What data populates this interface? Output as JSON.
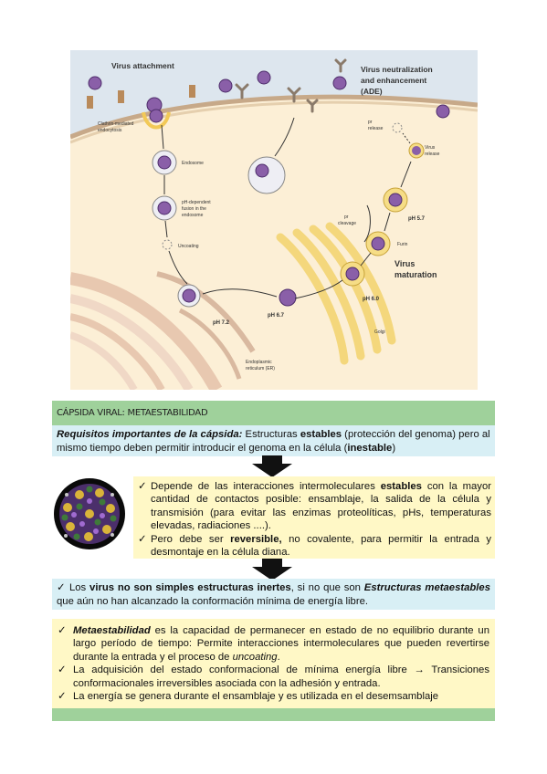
{
  "figure": {
    "virus_attachment": "Virus attachment",
    "neutralization_line1": "Virus neutralization",
    "neutralization_line2": "and enhancement",
    "neutralization_line3": "(ADE)",
    "clathrin_line1": "Clathrin-mediated",
    "clathrin_line2": "endocytosis",
    "endosome": "Endosome",
    "ph_dependent_line1": "pH-dependent",
    "ph_dependent_line2": "fusion in the",
    "ph_dependent_line3": "endosome",
    "uncoating": "Uncoating",
    "pr_release_line1": "pr",
    "pr_release_line2": "release",
    "virus_release_line1": "Virus",
    "virus_release_line2": "release",
    "pr_cleavage_line1": "pr",
    "pr_cleavage_line2": "cleavage",
    "ph57": "pH 5.7",
    "furin": "Furin",
    "virus_maturation_line1": "Virus",
    "virus_maturation_line2": "maturation",
    "ph60": "pH 6.0",
    "ph67": "pH 6.7",
    "ph72": "pH 7.2",
    "golgi": "Golgi",
    "er_line1": "Endoplasmic",
    "er_line2": "reticulum (ER)"
  },
  "header": {
    "title": "CÁPSIDA VIRAL: METAESTABILIDAD"
  },
  "box1": {
    "lead": "Requisitos importantes de la cápsida:",
    "t1": " Estructuras ",
    "b1": "estables",
    "t2": " (protección del genoma) pero al mismo tiempo deben permitir introducir el genoma en la célula (",
    "b2": "inestable",
    "t3": ")"
  },
  "block2": {
    "item1_t1": "Depende de las interacciones intermoleculares ",
    "item1_b1": "estables",
    "item1_t2": " con la mayor cantidad de contactos posible: ensamblaje, la salida de la célula y transmisión (para evitar las enzimas proteolíticas, pHs, temperaturas elevadas, radiaciones ....).",
    "item2_t1": "Pero debe ser ",
    "item2_b1": "reversible,",
    "item2_t2": " no covalente, para permitir la entrada y desmontaje en la célula diana."
  },
  "box3": {
    "t1": " Los ",
    "b1": "virus no son simples estructuras inertes",
    "t2": ", si no que son ",
    "b2": "Estructuras metaestables",
    "t3": " que aún no han alcanzado la conformación mínima de energía libre."
  },
  "block4": {
    "item1_b": "Metaestabilidad",
    "item1_t1": " es la capacidad de permanecer en estado de no equilibrio durante un largo período de tiempo: Permite interacciones intermoleculares que pueden revertirse durante la entrada y el proceso de ",
    "item1_i": "uncoating",
    "item1_t2": ".",
    "item2": "La adquisición del estado conformacional de mínima energía libre → Transiciones conformacionales irreversibles asociada con la adhesión y entrada.",
    "item3": "La energía se genera durante el ensamblaje y es utilizada en el desemsamblaje"
  },
  "check_symbol": "✓",
  "colors": {
    "green": "#9fd19b",
    "light_blue": "#d8eff5",
    "light_yellow": "#fff8c6",
    "cell_background": "#fcefd6",
    "golgi_yellow": "#f4d77c",
    "virus_purple": "#8a5fa8"
  }
}
